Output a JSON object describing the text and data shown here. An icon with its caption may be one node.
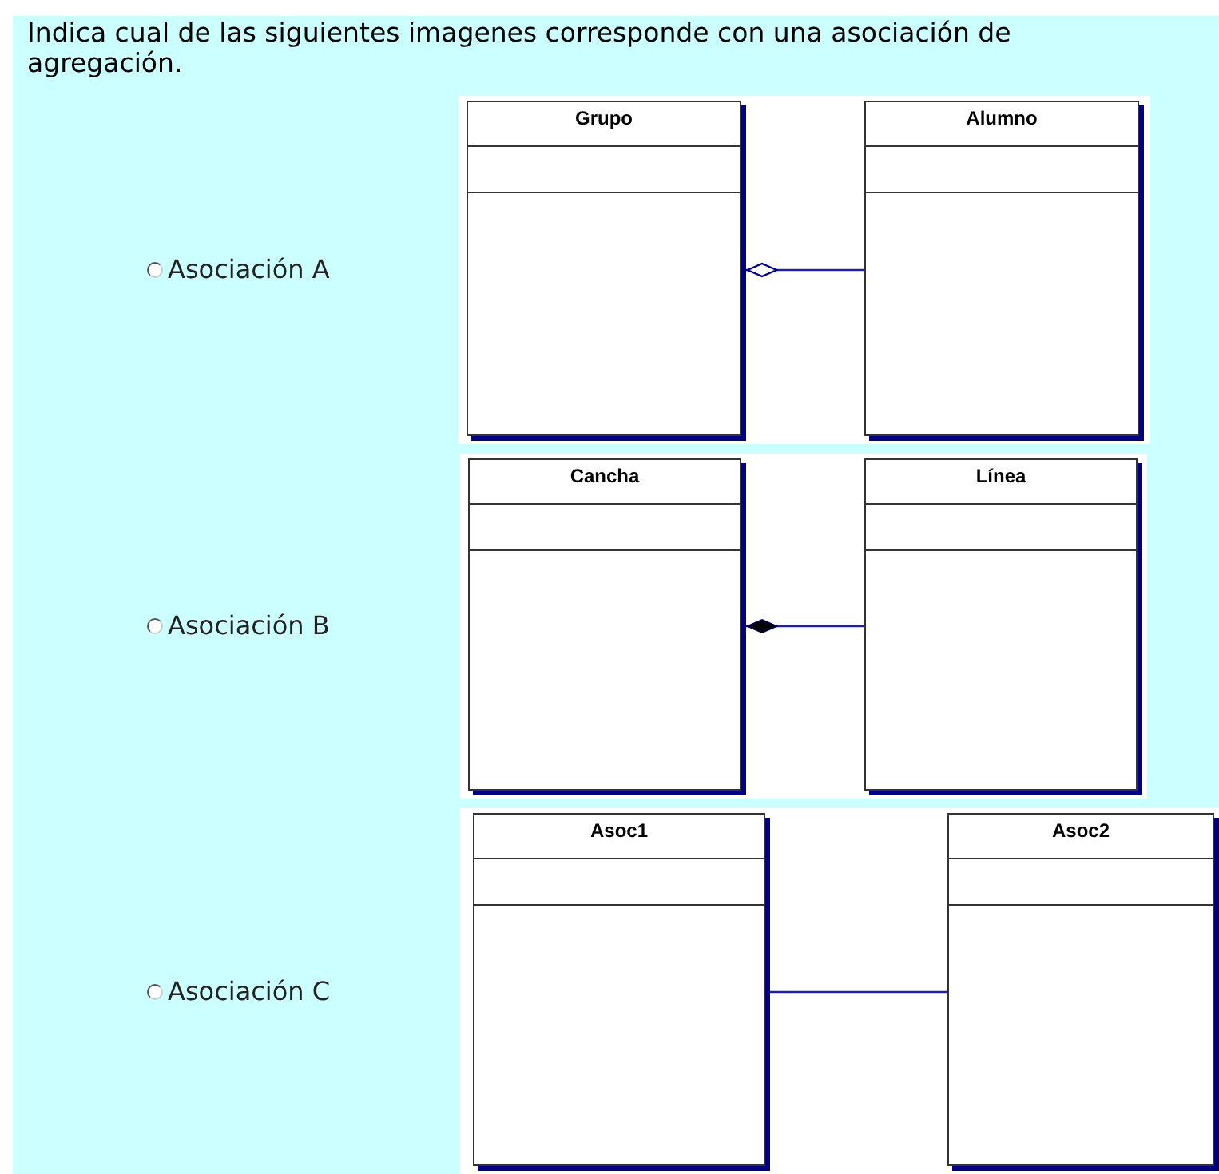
{
  "diagram": {
    "title": "Indica cual de las siguientes imagenes corresponde con una asociación de agregación.",
    "nodes": [
      {
        "text": [
          "Grupo"
        ]
      },
      {
        "text": [
          "Alumno"
        ]
      },
      {
        "text": [
          "Cancha"
        ]
      },
      {
        "text": [
          "Línea"
        ]
      },
      {
        "text": [
          "Asoc1"
        ]
      },
      {
        "text": [
          "Asoc2"
        ]
      }
    ],
    "edges": [
      {
        "from": 0,
        "to": 1,
        "arrow": "other"
      },
      {
        "from": 2,
        "to": 3,
        "arrow": "other"
      },
      {
        "from": 4,
        "to": 5,
        "arrow": "none"
      }
    ],
    "labels": [
      "Asociación A",
      "Asociación B",
      "Asociación C"
    ]
  }
}
